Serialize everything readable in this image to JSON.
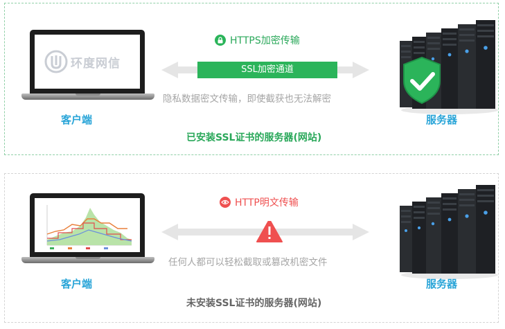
{
  "secure": {
    "protocol_label": "HTTPS加密传输",
    "channel_label": "SSL加密通道",
    "description": "隐私数据密文传输，即使截获也无法解密",
    "client_label": "客户端",
    "server_label": "服务器",
    "footer": "已安装SSL证书的服务器(网站)",
    "logo_text": "环度网信",
    "icons": [
      "lock-icon",
      "shield-check-icon"
    ],
    "colors": {
      "accent": "#2bb45a",
      "client": "#2aa5d8"
    }
  },
  "insecure": {
    "protocol_label": "HTTP明文传输",
    "description": "任何人都可以轻松截取或篡改机密文件",
    "client_label": "客户端",
    "server_label": "服务器",
    "footer": "未安装SSL证书的服务器(网站)",
    "icons": [
      "eye-icon",
      "warning-icon"
    ],
    "colors": {
      "accent": "#ef5050",
      "client": "#2aa5d8"
    }
  }
}
